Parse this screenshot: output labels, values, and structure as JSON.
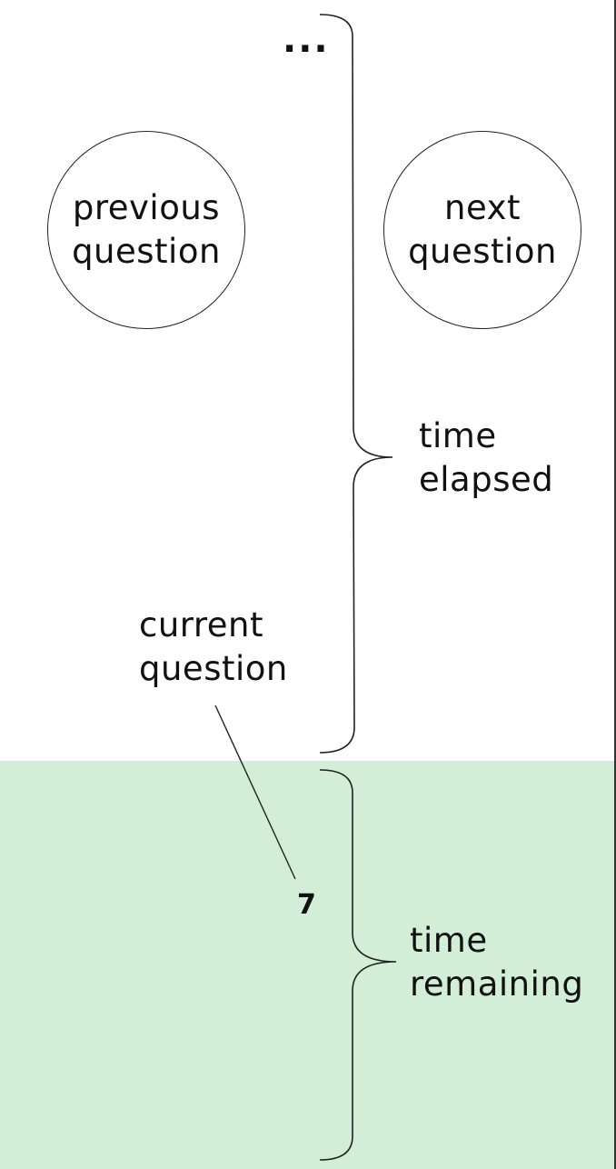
{
  "colors": {
    "background": "#ffffff",
    "time_remaining_area": "#d2eed6",
    "stroke": "#222222",
    "text": "#111111"
  },
  "ellipsis": "...",
  "previous_question": {
    "label": "previous\nquestion"
  },
  "next_question": {
    "label": "next\nquestion"
  },
  "time_elapsed": {
    "label": "time\nelapsed"
  },
  "current_question": {
    "label": "current\nquestion",
    "number": "7"
  },
  "time_remaining": {
    "label": "time\nremaining"
  }
}
